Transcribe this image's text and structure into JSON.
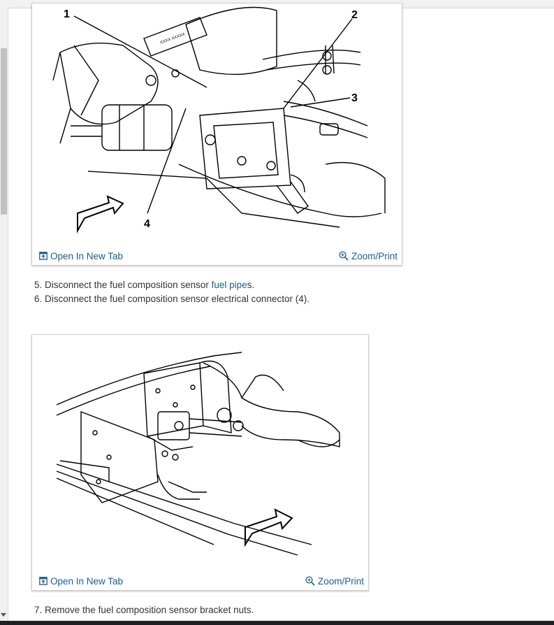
{
  "figures": [
    {
      "callouts": [
        "1",
        "2",
        "3",
        "4"
      ],
      "open_label": "Open In New Tab",
      "zoom_label": "Zoom/Print"
    },
    {
      "open_label": "Open In New Tab",
      "zoom_label": "Zoom/Print"
    }
  ],
  "steps": [
    {
      "number": "5.",
      "before": "Disconnect the fuel composition sensor ",
      "link": "fuel pipe",
      "after": "s."
    },
    {
      "number": "6.",
      "text": "Disconnect the fuel composition sensor electrical connector (4)."
    },
    {
      "number": "7.",
      "text": "Remove the fuel composition sensor bracket nuts."
    }
  ],
  "icons": {
    "open": "open-new-tab-icon",
    "zoom": "zoom-in-icon"
  },
  "colors": {
    "link": "#1f5d8a",
    "text": "#333333",
    "scrollbar_thumb": "#c1c1c1"
  }
}
